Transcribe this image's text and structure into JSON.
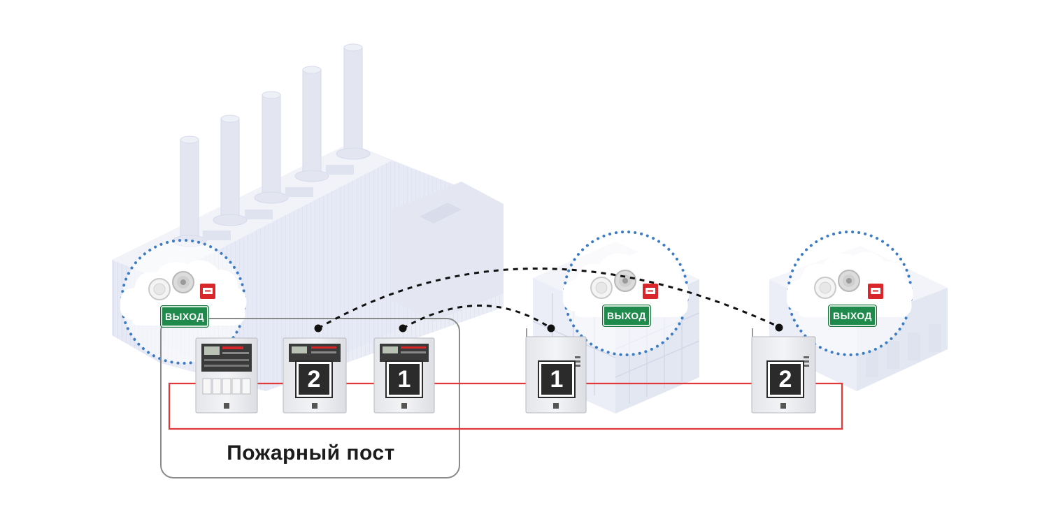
{
  "caption": "Пожарный пост",
  "exit_sign_text": "ВЫХОД",
  "colors": {
    "loop_line": "#e0393b",
    "wireless_link": "#111111",
    "coverage_ring": "#3c7cc4",
    "building_tint": "#e9ecf6",
    "exit_sign": "#1f8a4c",
    "manual_call_point": "#d9262b"
  },
  "fire_post": {
    "main_panel": {
      "icon": "control-panel-icon"
    },
    "repeaters": [
      {
        "number": "2",
        "icon": "repeater-panel-icon"
      },
      {
        "number": "1",
        "icon": "repeater-panel-icon"
      }
    ]
  },
  "remote_units": [
    {
      "number": "1",
      "icon": "wireless-expander-icon"
    },
    {
      "number": "2",
      "icon": "wireless-expander-icon"
    }
  ],
  "device_clusters": [
    {
      "zone": "factory",
      "devices": [
        "smoke-detector-icon",
        "sounder-icon",
        "manual-call-point-icon",
        "exit-sign"
      ]
    },
    {
      "zone": "office-building",
      "devices": [
        "smoke-detector-icon",
        "sounder-icon",
        "manual-call-point-icon",
        "exit-sign"
      ]
    },
    {
      "zone": "warehouse",
      "devices": [
        "smoke-detector-icon",
        "sounder-icon",
        "manual-call-point-icon",
        "exit-sign"
      ]
    }
  ]
}
